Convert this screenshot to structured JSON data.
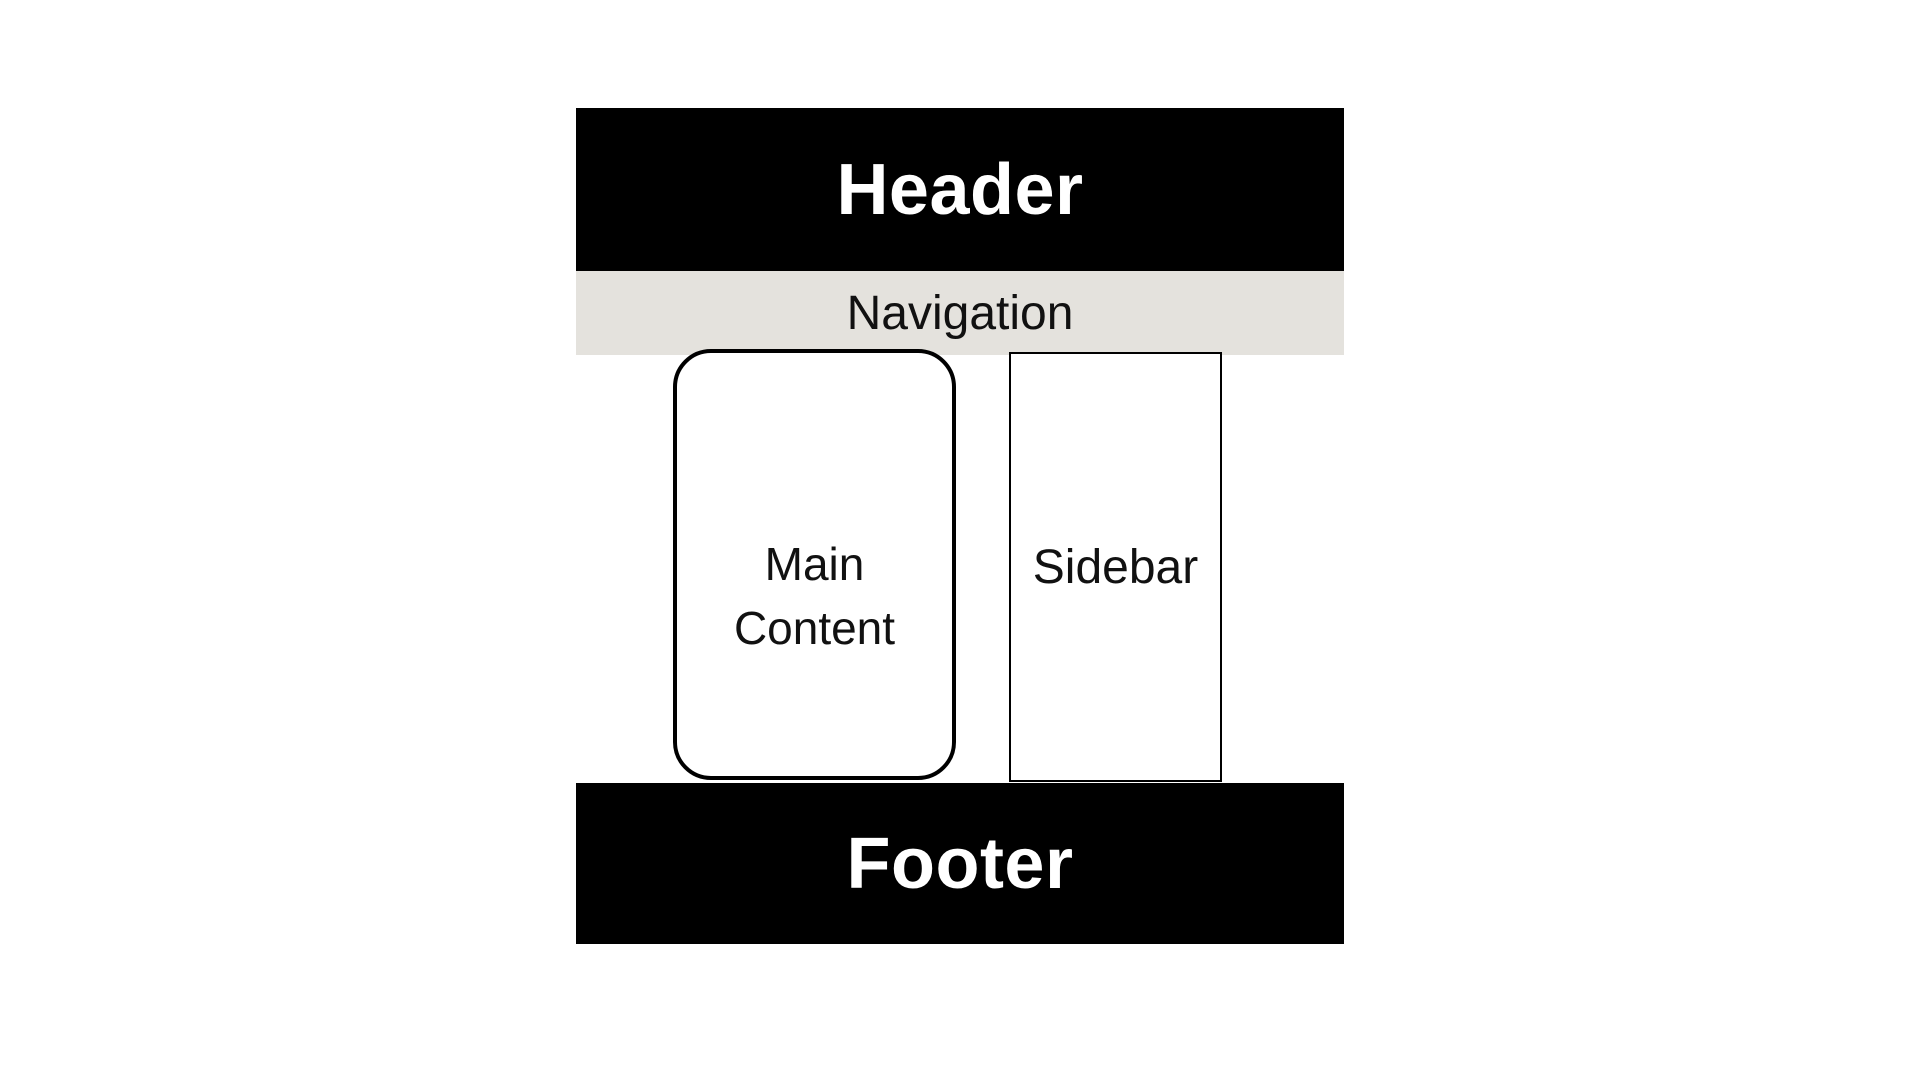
{
  "diagram": {
    "header": {
      "label": "Header"
    },
    "navigation": {
      "label": "Navigation"
    },
    "main_content": {
      "label": "Main Content"
    },
    "sidebar": {
      "label": "Sidebar"
    },
    "footer": {
      "label": "Footer"
    },
    "colors": {
      "bar_background": "#000000",
      "bar_text": "#ffffff",
      "navigation_background": "#e4e2dd",
      "label_text": "#111111",
      "box_border": "#000000",
      "canvas_background": "#ffffff"
    }
  }
}
